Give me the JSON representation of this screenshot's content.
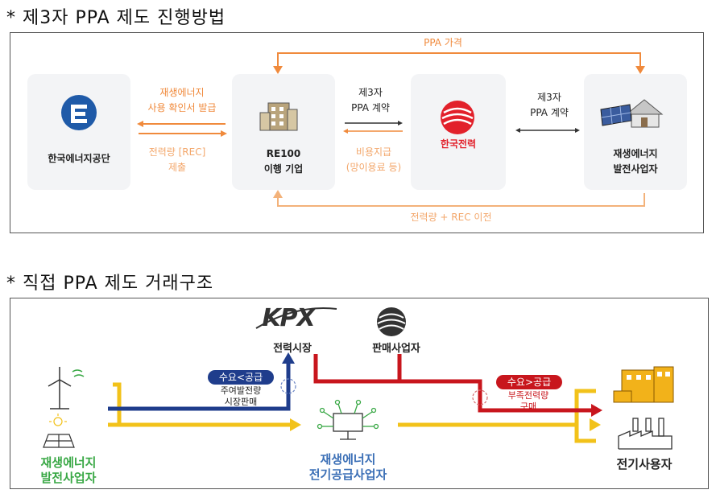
{
  "section1": {
    "title": "* 제3자 PPA 제도 진행방법",
    "nodes": {
      "energy_agency": "한국에너지공단",
      "re100": "RE100\n이행 기업",
      "kepco_logo": "한국전력",
      "generator": "재생에너지\n발전사업자"
    },
    "arrows": {
      "top": "PPA 가격",
      "bottom": "전력량 + REC 이전",
      "cert_issue": "재생에너지\n사용 확인서 발급",
      "rec_submit": "전력량 [REC]\n제출",
      "ppa1": "제3자\nPPA 계약",
      "fee": "비용지급\n(망이용료 등)",
      "ppa2": "제3자\nPPA 계약"
    }
  },
  "section2": {
    "title": "* 직접 PPA 제도 거래구조",
    "nodes": {
      "kpx_logo": "KPX",
      "market": "전력시장",
      "seller": "판매사업자",
      "generator": "재생에너지\n발전사업자",
      "supplier": "재생에너지\n전기공급사업자",
      "user": "전기사용자"
    },
    "badges": {
      "demand_lt_supply": "수요<공급",
      "surplus_sale": "주여발전량\n시장판매",
      "demand_gt_supply": "수요>공급",
      "shortage_buy": "부족전력량\n구매"
    },
    "colors": {
      "blue": "#1f3d8c",
      "yellow": "#f2c21a",
      "red": "#c8161d",
      "green": "#39a845",
      "navy_text": "#3b6fb6",
      "orange": "#f08a3c"
    }
  }
}
